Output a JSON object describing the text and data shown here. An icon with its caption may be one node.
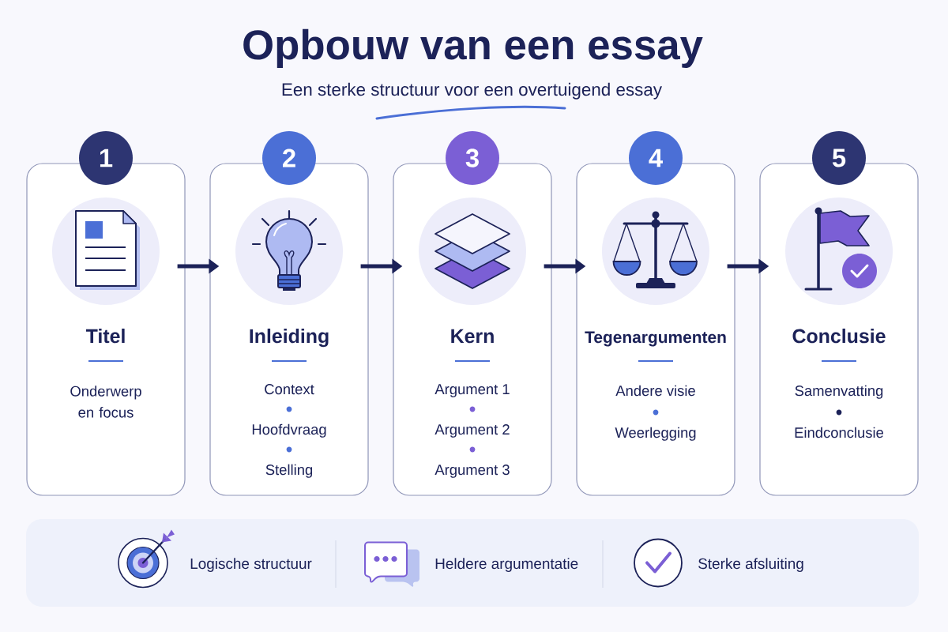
{
  "diagram": {
    "title": "Opbouw van een essay",
    "nodes": [
      {
        "text": [
          "1",
          "Titel",
          "Onderwerp en focus"
        ]
      },
      {
        "text": [
          "2",
          "Inleiding",
          "Context",
          "Hoofdvraag",
          "Stelling"
        ]
      },
      {
        "text": [
          "3",
          "Kern",
          "Argument 1",
          "Argument 2",
          "Argument 3"
        ]
      },
      {
        "text": [
          "4",
          "Tegenargumenten",
          "Andere visie",
          "Weerlegging"
        ]
      },
      {
        "text": [
          "5",
          "Conclusie",
          "Samenvatting",
          "Eindconclusie"
        ]
      },
      {
        "text": [
          "Logische structuur",
          "Heldere argumentatie",
          "Sterke afsluiting"
        ]
      }
    ],
    "edges": [
      {
        "from": 0,
        "to": 1,
        "arrow": "to"
      },
      {
        "from": 1,
        "to": 2,
        "arrow": "to"
      },
      {
        "from": 2,
        "to": 3,
        "arrow": "to"
      },
      {
        "from": 3,
        "to": 4,
        "arrow": "to"
      }
    ],
    "labels": [
      "Een sterke structuur voor een overtuigend essay"
    ]
  }
}
